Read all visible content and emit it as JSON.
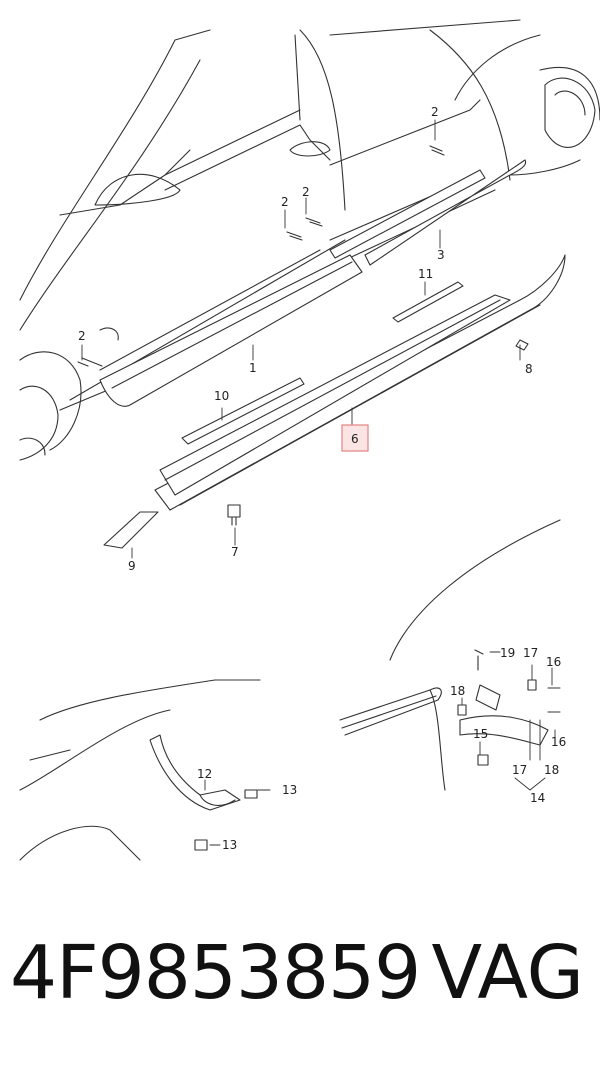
{
  "callouts": {
    "c1": "1",
    "c2a": "2",
    "c2b": "2",
    "c2c": "2",
    "c2d": "2",
    "c3": "3",
    "c6": "6",
    "c7": "7",
    "c8": "8",
    "c9": "9",
    "c10": "10",
    "c11": "11",
    "c12": "12",
    "c13a": "13",
    "c13b": "13",
    "c14": "14",
    "c15": "15",
    "c16a": "16",
    "c16b": "16",
    "c17a": "17",
    "c17b": "17",
    "c18a": "18",
    "c18b": "18",
    "c19": "19"
  },
  "highlight_color": "#e88a8a",
  "footer": {
    "part_number": "4F9853859",
    "brand": "VAG"
  }
}
